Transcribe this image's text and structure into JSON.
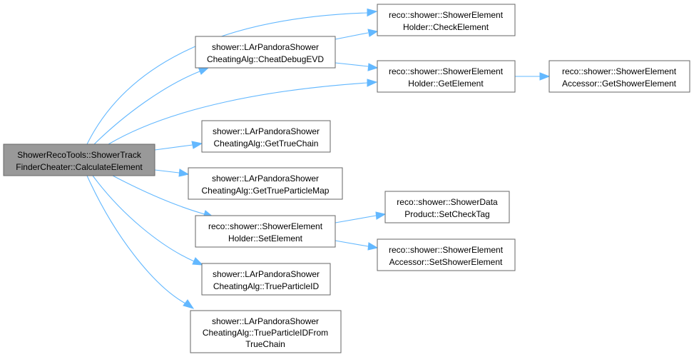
{
  "graph": {
    "colors": {
      "edge": "#63b8ff",
      "node_border": "#666666",
      "node_fill": "#ffffff",
      "root_fill": "#999999"
    },
    "nodes": {
      "root": [
        "ShowerRecoTools::ShowerTrack",
        "FinderCheater::CalculateElement"
      ],
      "check_element": [
        "reco::shower::ShowerElement",
        "Holder::CheckElement"
      ],
      "cheat_debug_evd": [
        "shower::LArPandoraShower",
        "CheatingAlg::CheatDebugEVD"
      ],
      "get_element": [
        "reco::shower::ShowerElement",
        "Holder::GetElement"
      ],
      "get_shower_element": [
        "reco::shower::ShowerElement",
        "Accessor::GetShowerElement"
      ],
      "get_true_chain": [
        "shower::LArPandoraShower",
        "CheatingAlg::GetTrueChain"
      ],
      "get_true_particle_map": [
        "shower::LArPandoraShower",
        "CheatingAlg::GetTrueParticleMap"
      ],
      "set_element": [
        "reco::shower::ShowerElement",
        "Holder::SetElement"
      ],
      "set_check_tag": [
        "reco::shower::ShowerData",
        "Product::SetCheckTag"
      ],
      "set_shower_element": [
        "reco::shower::ShowerElement",
        "Accessor::SetShowerElement"
      ],
      "true_particle_id": [
        "shower::LArPandoraShower",
        "CheatingAlg::TrueParticleID"
      ],
      "true_particle_id_from_true_chain": [
        "shower::LArPandoraShower",
        "CheatingAlg::TrueParticleIDFrom",
        "TrueChain"
      ]
    }
  }
}
